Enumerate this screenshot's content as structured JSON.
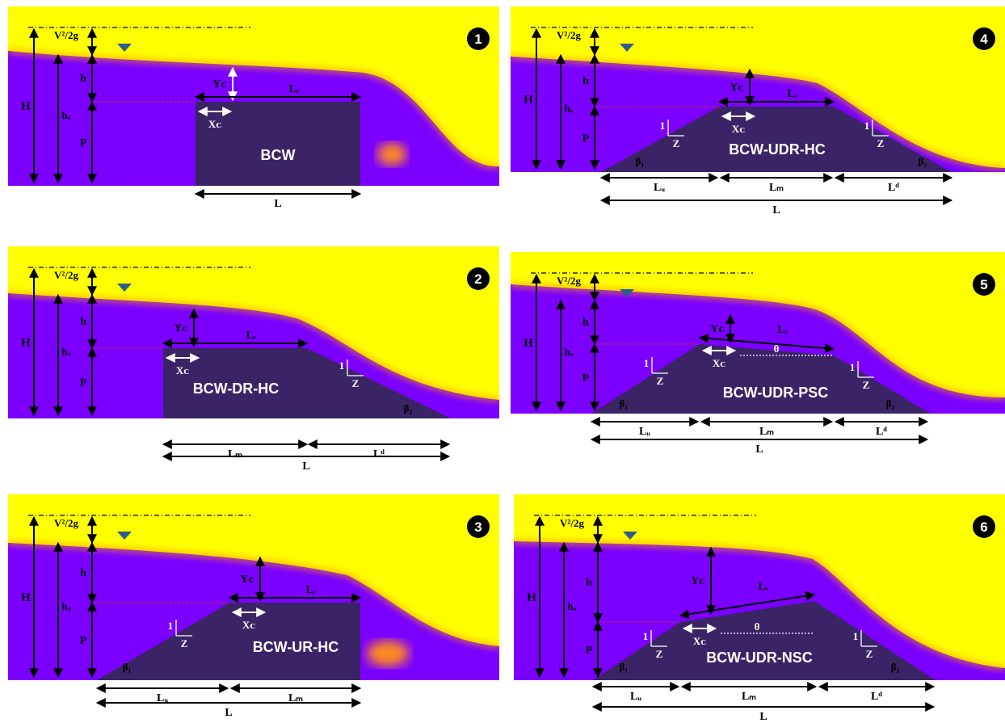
{
  "colors": {
    "air": "#ffff00",
    "water": "#7b00ff",
    "weir": "#3b2466",
    "bed": "#ffffff",
    "marker": "#2f5d8a"
  },
  "panels": [
    {
      "id": "p1",
      "number": "1",
      "name": "BCW",
      "labels": {
        "H": "H",
        "ho": "hₒ",
        "vhead": "V²/2g",
        "h": "h",
        "P": "P",
        "Yc": "Yᴄ",
        "Lr": "Lᵣ",
        "Xc": "Xᴄ",
        "L": "L"
      }
    },
    {
      "id": "p2",
      "number": "2",
      "name": "BCW-DR-HC",
      "labels": {
        "H": "H",
        "ho": "hₒ",
        "vhead": "V²/2g",
        "h": "h",
        "P": "P",
        "Yc": "Yᴄ",
        "Lr": "Lᵣ",
        "Xc": "Xᴄ",
        "L": "L",
        "Lm": "Lₘ",
        "Ld": "Lᵈ",
        "one": "1",
        "Z": "Z",
        "beta2": "β₂"
      }
    },
    {
      "id": "p3",
      "number": "3",
      "name": "BCW-UR-HC",
      "labels": {
        "H": "H",
        "ho": "hₒ",
        "vhead": "V²/2g",
        "h": "h",
        "P": "P",
        "Yc": "Yᴄ",
        "Lr": "Lᵣ",
        "Xc": "Xᴄ",
        "L": "L",
        "Lu": "Lᵤ",
        "Lm": "Lₘ",
        "one": "1",
        "Z": "Z",
        "beta1": "β₁"
      }
    },
    {
      "id": "p4",
      "number": "4",
      "name": "BCW-UDR-HC",
      "labels": {
        "H": "H",
        "ho": "hₒ",
        "vhead": "V²/2g",
        "h": "h",
        "P": "P",
        "Yc": "Yᴄ",
        "Lr": "Lᵣ",
        "Xc": "Xᴄ",
        "L": "L",
        "Lu": "Lᵤ",
        "Lm": "Lₘ",
        "Ld": "Lᵈ",
        "one": "1",
        "Z": "Z",
        "beta1": "β₁",
        "beta2": "β₂"
      }
    },
    {
      "id": "p5",
      "number": "5",
      "name": "BCW-UDR-PSC",
      "labels": {
        "H": "H",
        "ho": "hₒ",
        "vhead": "V²/2g",
        "h": "h",
        "P": "P",
        "Yc": "Yᴄ",
        "Lr": "Lᵣ",
        "Xc": "Xᴄ",
        "L": "L",
        "Lu": "Lᵤ",
        "Lm": "Lₘ",
        "Ld": "Lᵈ",
        "one": "1",
        "Z": "Z",
        "beta1": "β₁",
        "beta2": "β₂",
        "theta": "θ"
      }
    },
    {
      "id": "p6",
      "number": "6",
      "name": "BCW-UDR-NSC",
      "labels": {
        "H": "H",
        "ho": "hₒ",
        "vhead": "V²/2g",
        "h": "h",
        "P": "P",
        "Yc": "Yᴄ",
        "Lr": "Lᵣ",
        "Xc": "Xᴄ",
        "L": "L",
        "Lu": "Lᵤ",
        "Lm": "Lₘ",
        "Ld": "Lᵈ",
        "one": "1",
        "Z": "Z",
        "beta1": "β₁",
        "beta2": "β₂",
        "theta": "θ"
      }
    }
  ]
}
